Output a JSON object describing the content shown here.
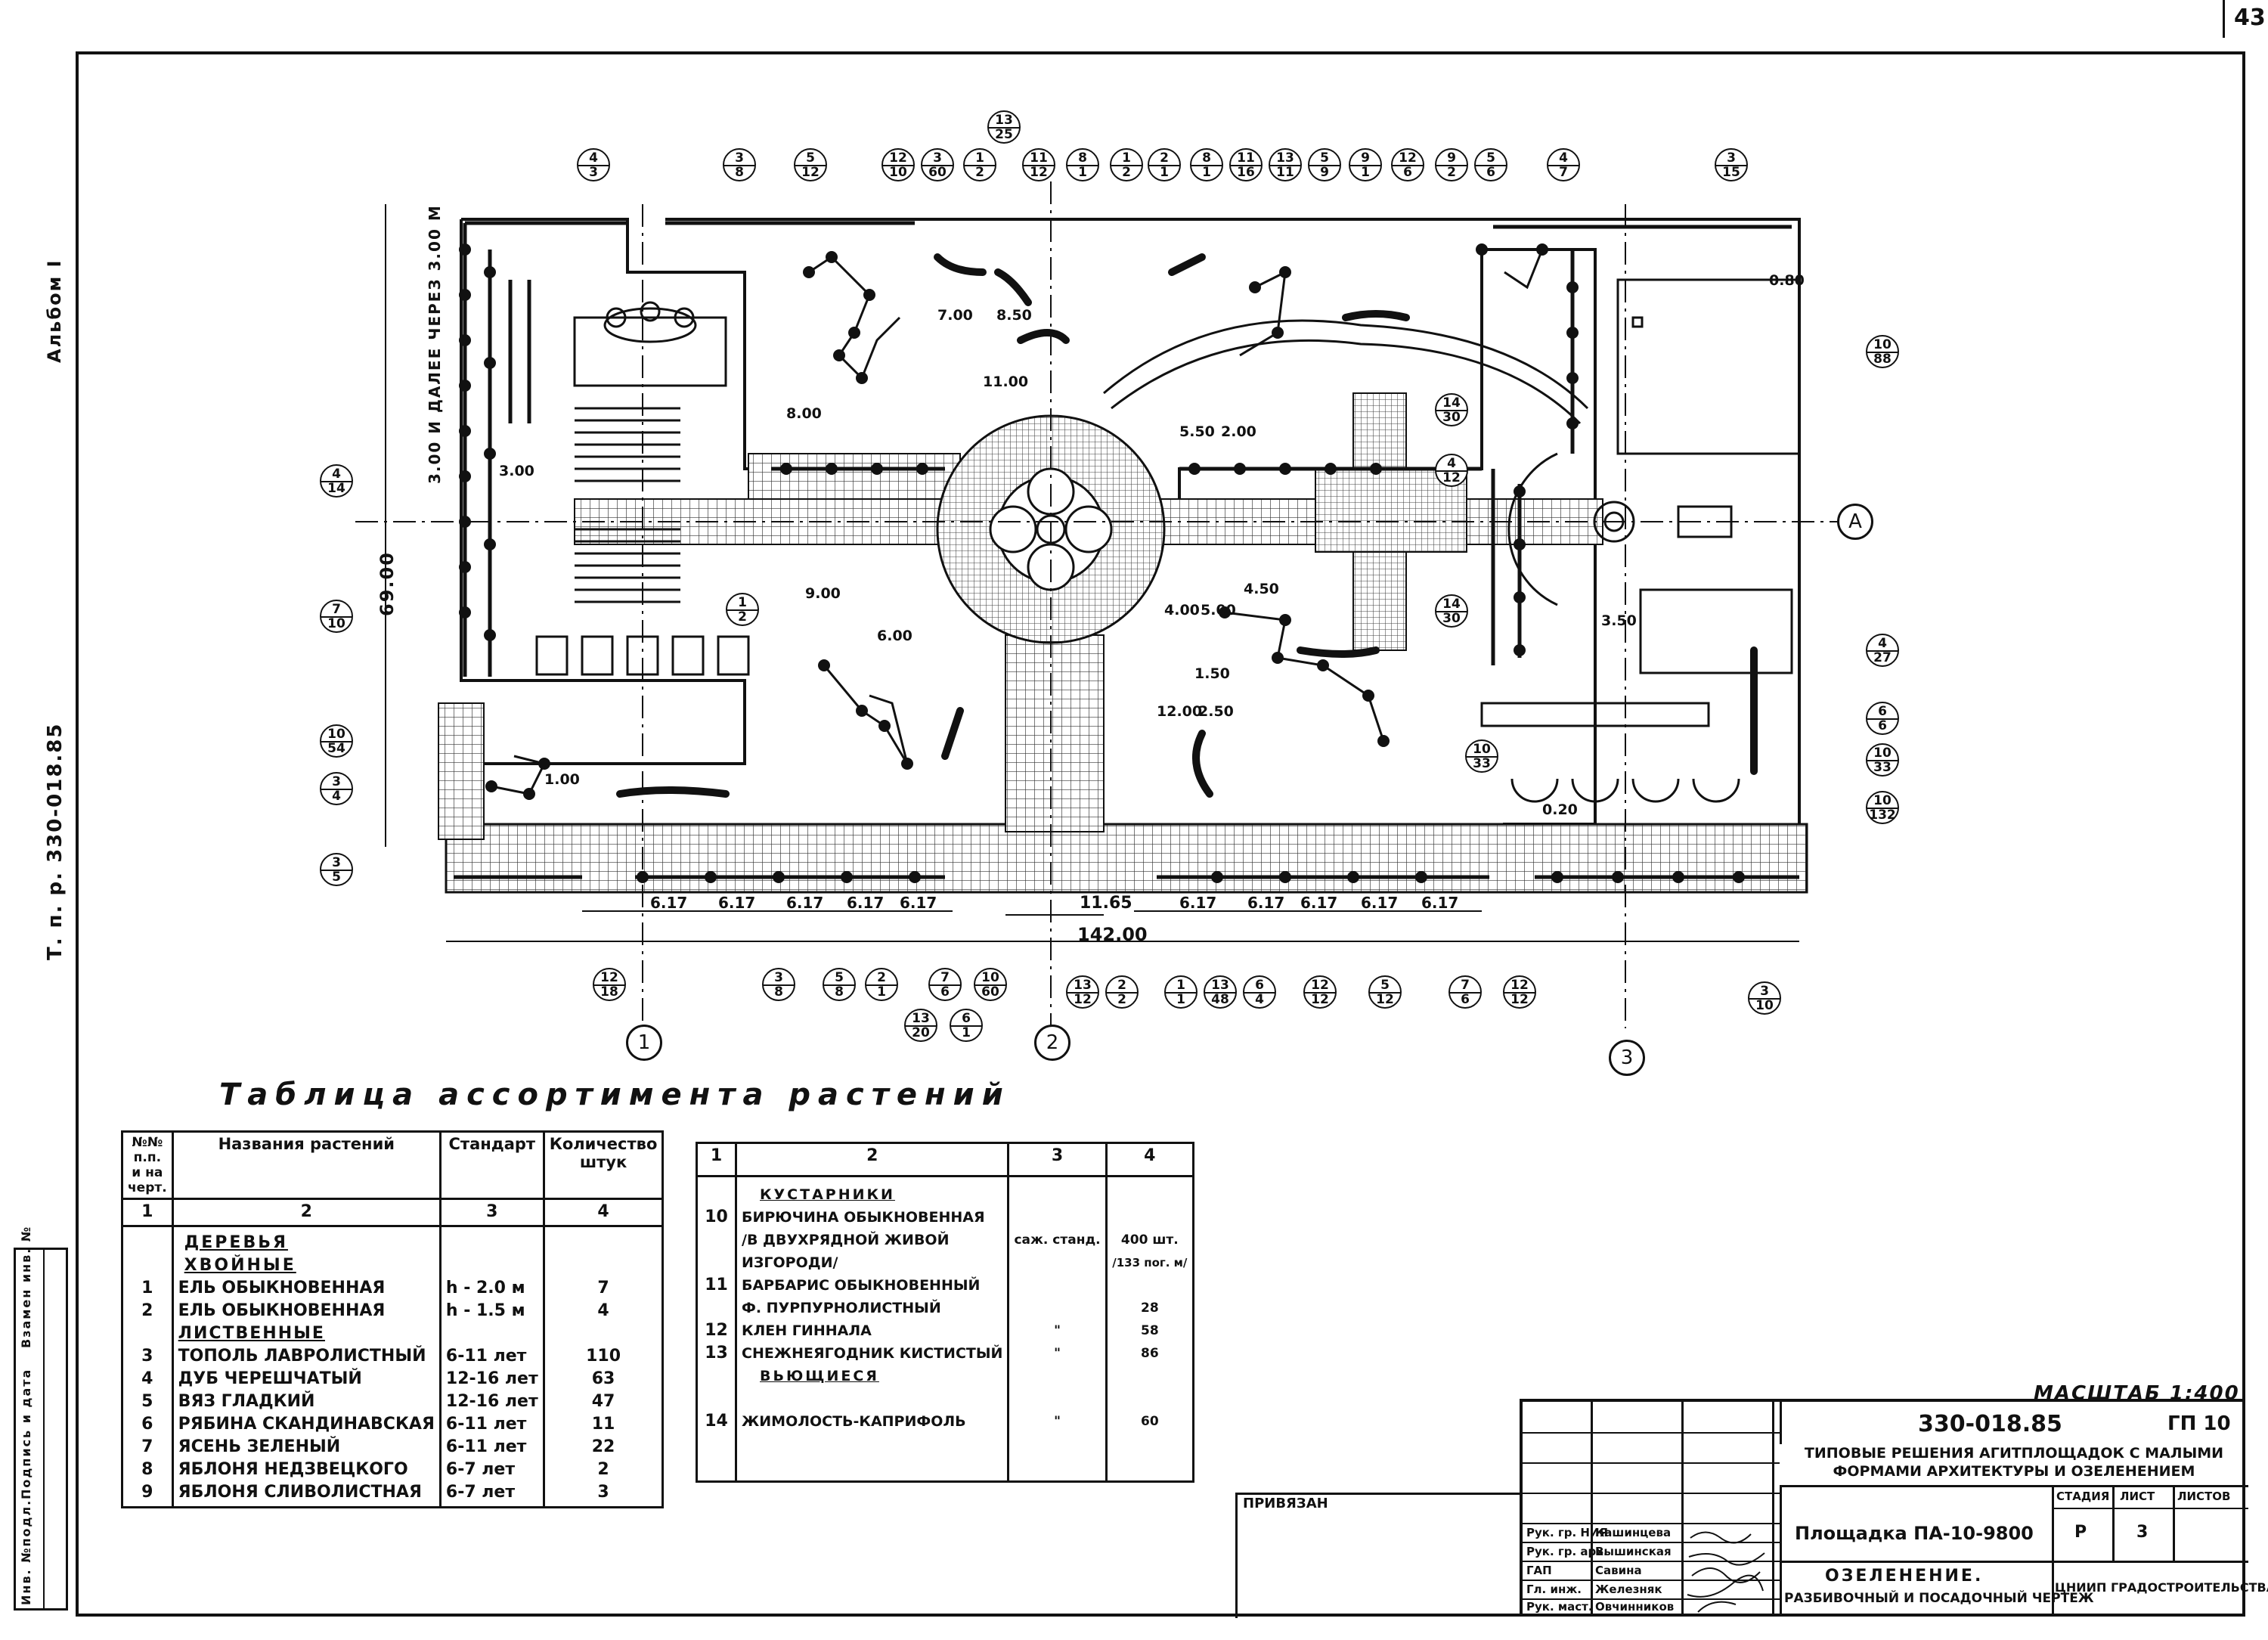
{
  "page_number": "43",
  "side_labels": {
    "album": "Альбом I",
    "project_number": "Т. п. р. 330-018.85"
  },
  "stamp_labels": [
    "Инв. №подл.",
    "Подпись и дата",
    "Взамен инв. №"
  ],
  "plan": {
    "axis_markers": [
      "1",
      "2",
      "3",
      "A"
    ],
    "dimensions": {
      "overall_width": "142.00",
      "overall_height": "69.00",
      "row_spacing_note": "3.00 и далее через 3.00 м",
      "spacing_bottom": [
        "6.17",
        "6.17",
        "6.17",
        "6.17",
        "6.17",
        "6.17",
        "6.17",
        "6.17",
        "6.17",
        "6.17"
      ],
      "middle_bottom": "11.65",
      "misc": [
        "3.00",
        "5.50",
        "2.00",
        "8.00",
        "7.00",
        "8.50",
        "9.00",
        "11.00",
        "4.50",
        "5.00",
        "1.50",
        "2.50",
        "3.50",
        "4.00",
        "6.00",
        "12.00",
        "0.80",
        "1.00",
        "0.20"
      ]
    },
    "callouts_top": [
      {
        "n": "4",
        "q": "3"
      },
      {
        "n": "3",
        "q": "8"
      },
      {
        "n": "5",
        "q": "12"
      },
      {
        "n": "12",
        "q": "10"
      },
      {
        "n": "3",
        "q": "60"
      },
      {
        "n": "1",
        "q": "2"
      },
      {
        "n": "13",
        "q": "25"
      },
      {
        "n": "11",
        "q": "12"
      },
      {
        "n": "8",
        "q": "1"
      },
      {
        "n": "1",
        "q": "2"
      },
      {
        "n": "2",
        "q": "1"
      },
      {
        "n": "8",
        "q": "1"
      },
      {
        "n": "11",
        "q": "16"
      },
      {
        "n": "13",
        "q": "11"
      },
      {
        "n": "5",
        "q": "9"
      },
      {
        "n": "9",
        "q": "1"
      },
      {
        "n": "12",
        "q": "6"
      },
      {
        "n": "9",
        "q": "2"
      },
      {
        "n": "5",
        "q": "6"
      },
      {
        "n": "4",
        "q": "7"
      },
      {
        "n": "3",
        "q": "15"
      }
    ],
    "callouts_left": [
      {
        "n": "4",
        "q": "14"
      },
      {
        "n": "7",
        "q": "10"
      },
      {
        "n": "10",
        "q": "54"
      },
      {
        "n": "3",
        "q": "4"
      },
      {
        "n": "3",
        "q": "5"
      }
    ],
    "callouts_right": [
      {
        "n": "10",
        "q": "88"
      },
      {
        "n": "4",
        "q": "27"
      },
      {
        "n": "6",
        "q": "6"
      },
      {
        "n": "10",
        "q": "33"
      },
      {
        "n": "10",
        "q": "132"
      }
    ],
    "callouts_inner": [
      {
        "n": "1",
        "q": "2"
      },
      {
        "n": "14",
        "q": "30"
      },
      {
        "n": "4",
        "q": "12"
      },
      {
        "n": "14",
        "q": "30"
      },
      {
        "n": "10",
        "q": "33"
      }
    ],
    "callouts_bottom": [
      {
        "n": "12",
        "q": "18"
      },
      {
        "n": "3",
        "q": "8"
      },
      {
        "n": "5",
        "q": "8"
      },
      {
        "n": "2",
        "q": "1"
      },
      {
        "n": "13",
        "q": "20"
      },
      {
        "n": "7",
        "q": "6"
      },
      {
        "n": "6",
        "q": "1"
      },
      {
        "n": "10",
        "q": "60"
      },
      {
        "n": "13",
        "q": "12"
      },
      {
        "n": "2",
        "q": "2"
      },
      {
        "n": "1",
        "q": "1"
      },
      {
        "n": "13",
        "q": "48"
      },
      {
        "n": "6",
        "q": "4"
      },
      {
        "n": "12",
        "q": "12"
      },
      {
        "n": "5",
        "q": "12"
      },
      {
        "n": "7",
        "q": "6"
      },
      {
        "n": "12",
        "q": "12"
      },
      {
        "n": "3",
        "q": "10"
      }
    ]
  },
  "table_title": "Таблица ассортимента растений",
  "table_left": {
    "headers": [
      "№№ п.п. и на черт.",
      "Названия растений",
      "Стандарт",
      "Количество штук"
    ],
    "col_numbers": [
      "1",
      "2",
      "3",
      "4"
    ],
    "group_title": "Деревья",
    "subgroup_title": "Хвойные",
    "rows": [
      {
        "n": "1",
        "name": "Ель обыкновенная",
        "std": "h - 2.0 м",
        "qty": "7"
      },
      {
        "n": "2",
        "name": "Ель обыкновенная",
        "std": "h - 1.5 м",
        "qty": "4"
      },
      {
        "n": "",
        "name": "Лиственные",
        "std": "",
        "qty": ""
      },
      {
        "n": "3",
        "name": "Тополь лавролистный",
        "std": "6-11 лет",
        "qty": "110"
      },
      {
        "n": "4",
        "name": "Дуб черешчатый",
        "std": "12-16 лет",
        "qty": "63"
      },
      {
        "n": "5",
        "name": "Вяз гладкий",
        "std": "12-16 лет",
        "qty": "47"
      },
      {
        "n": "6",
        "name": "Рябина скандинавская",
        "std": "6-11 лет",
        "qty": "11"
      },
      {
        "n": "7",
        "name": "Ясень зеленый",
        "std": "6-11 лет",
        "qty": "22"
      },
      {
        "n": "8",
        "name": "Яблоня Недзвецкого",
        "std": "6-7 лет",
        "qty": "2"
      },
      {
        "n": "9",
        "name": "Яблоня сливолистная",
        "std": "6-7 лет",
        "qty": "3"
      }
    ]
  },
  "table_right": {
    "col_numbers": [
      "1",
      "2",
      "3",
      "4"
    ],
    "group_shrubs": "Кустарники",
    "group_climbers": "Вьющиеся",
    "rows": [
      {
        "n": "10",
        "name_lines": [
          "Бирючина обыкновенная",
          "/в двухрядной живой",
          "изгороди/"
        ],
        "std": "саж. станд.",
        "qty_lines": [
          "400 шт.",
          "/133 пог. м/"
        ]
      },
      {
        "n": "11",
        "name_lines": [
          "Барбарис обыкновенный",
          "ф. пурпурнолистный"
        ],
        "std": "",
        "qty_lines": [
          "28"
        ]
      },
      {
        "n": "12",
        "name_lines": [
          "Клен Гиннала"
        ],
        "std": "\"",
        "qty_lines": [
          "58"
        ]
      },
      {
        "n": "13",
        "name_lines": [
          "Снежнеягодник кистистый"
        ],
        "std": "\"",
        "qty_lines": [
          "86"
        ]
      },
      {
        "n": "14",
        "name_lines": [
          "Жимолость-каприфоль"
        ],
        "std": "\"",
        "qty_lines": [
          "60"
        ]
      }
    ]
  },
  "title_block": {
    "scale": "Масштаб 1:400",
    "code": "330-018.85",
    "sheet_code": "ГП 10",
    "project_title": "Типовые решения агитплощадок с малыми формами архитектуры и озеленением",
    "privyazan": "Привязан",
    "staff": [
      {
        "role": "Рук. гр. НИЯ",
        "name": "Кашинцева"
      },
      {
        "role": "Рук. гр. арх.",
        "name": "Вышинская"
      },
      {
        "role": "ГАП",
        "name": "Савина"
      },
      {
        "role": "Гл. инж.",
        "name": "Железняк"
      },
      {
        "role": "Рук. маст.",
        "name": "Овчинников"
      }
    ],
    "object_name": "Площадка ПА-10-9800",
    "stage_header": "Стадия",
    "sheet_header": "Лист",
    "sheets_header": "Листов",
    "stage": "Р",
    "sheet": "3",
    "sheets": "",
    "drawing_name_1": "Озеленение.",
    "drawing_name_2": "Разбивочный и посадочный чертеж",
    "organization": "ЦНИИП градостроительства"
  }
}
